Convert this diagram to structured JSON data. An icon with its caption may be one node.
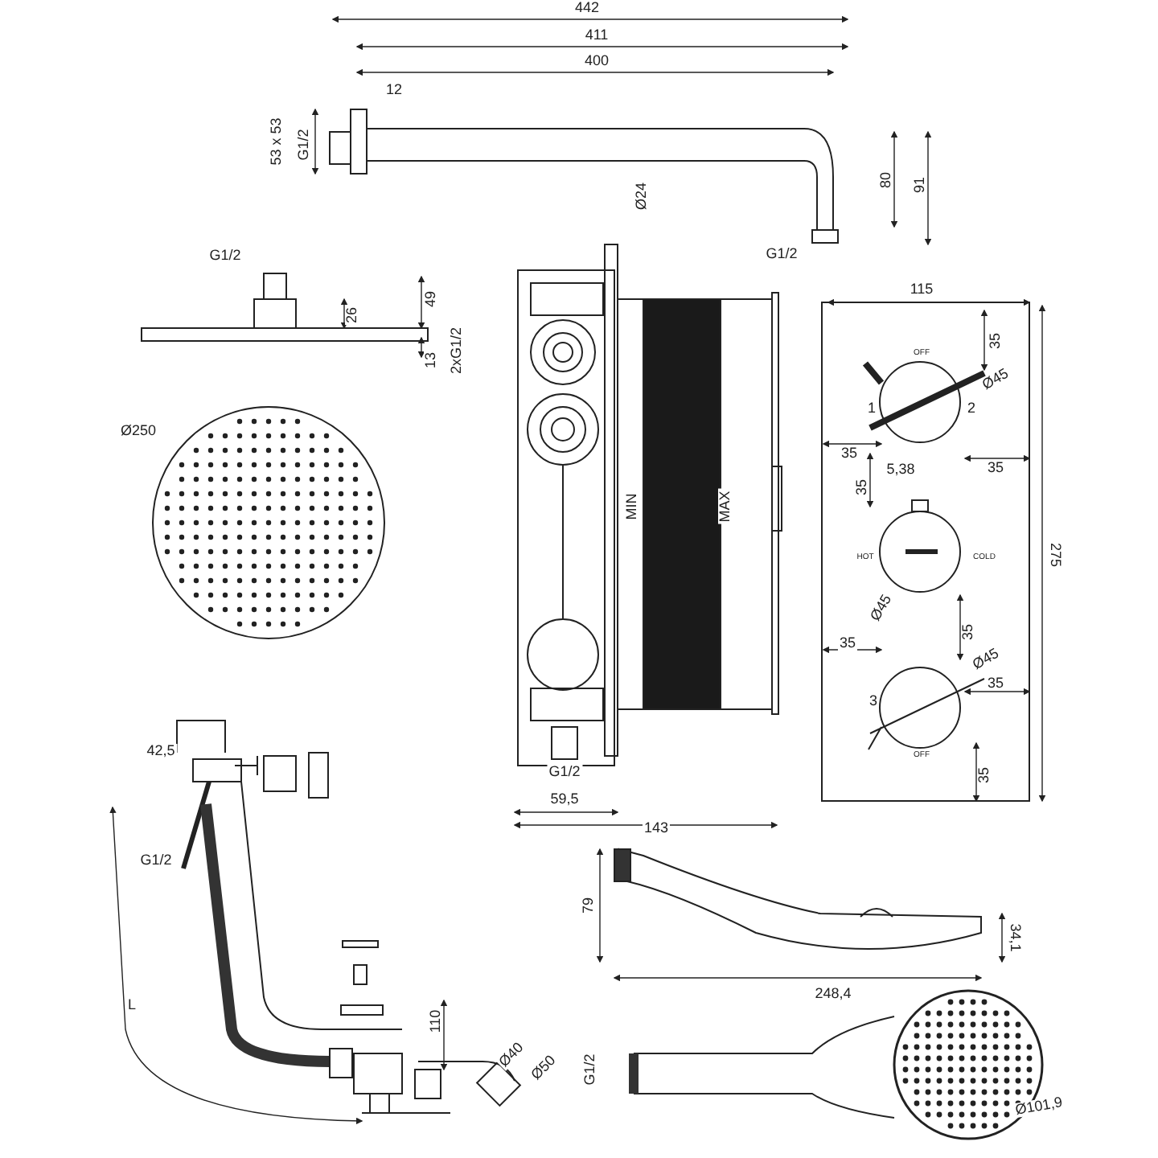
{
  "diagram": {
    "labels": [
      "442",
      "411",
      "400",
      "12",
      "53 x 53",
      "G1/2",
      "Ø24",
      "80",
      "91",
      "G1/2",
      "G1/2",
      "49",
      "26",
      "13",
      "2xG1/2",
      "MIN",
      "MAX",
      "115",
      "OFF",
      "35",
      "Ø45",
      "1",
      "2",
      "35",
      "5,38",
      "35",
      "35",
      "HOT",
      "COLD",
      "Ø45",
      "275",
      "35",
      "35",
      "Ø45",
      "3",
      "35",
      "OFF",
      "35",
      "Ø250",
      "G1/2",
      "59,5",
      "42,5",
      "G1/2",
      "143",
      "79",
      "34,1",
      "248,4",
      "L",
      "110",
      "Ø40",
      "Ø50",
      "G1/2",
      "Ø101,9"
    ]
  }
}
